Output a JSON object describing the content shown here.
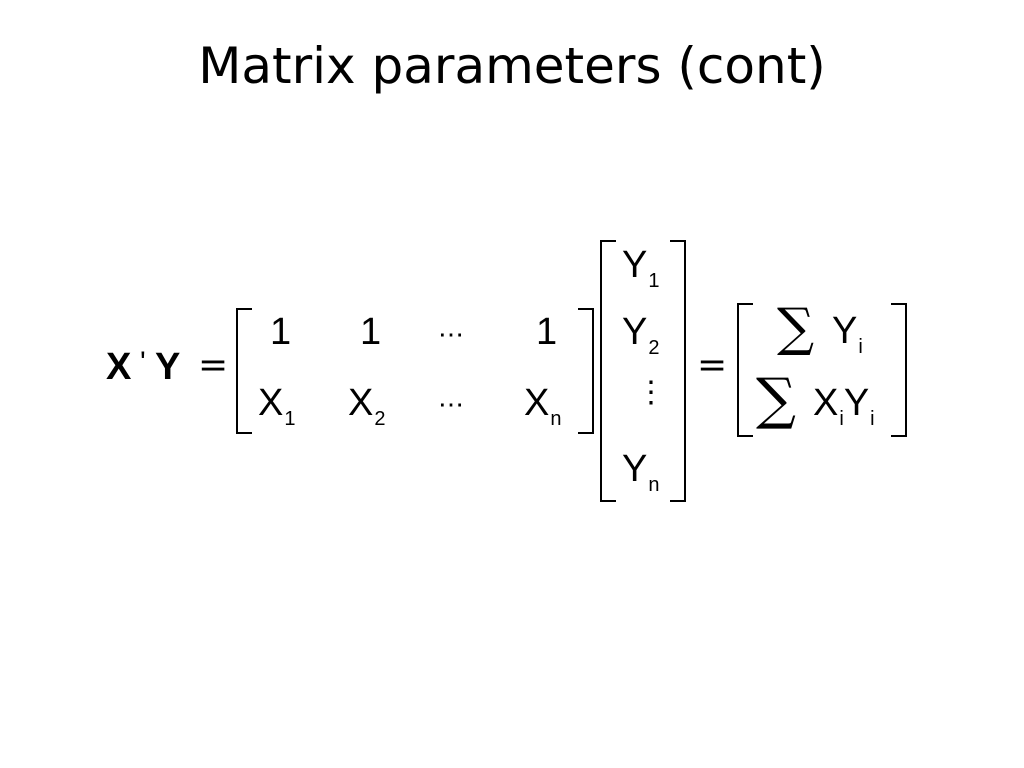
{
  "slide": {
    "title": "Matrix parameters (cont)"
  },
  "equation": {
    "lhs": {
      "x": "X",
      "prime": "'",
      "y": "Y"
    },
    "equals": "=",
    "row_matrix": {
      "row1": [
        "1",
        "1",
        "⋯",
        "1"
      ],
      "row2": [
        {
          "base": "X",
          "sub": "1"
        },
        {
          "base": "X",
          "sub": "2"
        },
        {
          "dots": "⋯"
        },
        {
          "base": "X",
          "sub": "n"
        }
      ]
    },
    "column_vector": [
      {
        "base": "Y",
        "sub": "1"
      },
      {
        "base": "Y",
        "sub": "2"
      },
      {
        "dots": "⋮"
      },
      {
        "base": "Y",
        "sub": "n"
      }
    ],
    "result": {
      "sum_symbol": "∑",
      "row1": {
        "base": "Y",
        "sub": "i"
      },
      "row2": [
        {
          "base": "X",
          "sub": "i"
        },
        {
          "base": "Y",
          "sub": "i"
        }
      ]
    }
  }
}
